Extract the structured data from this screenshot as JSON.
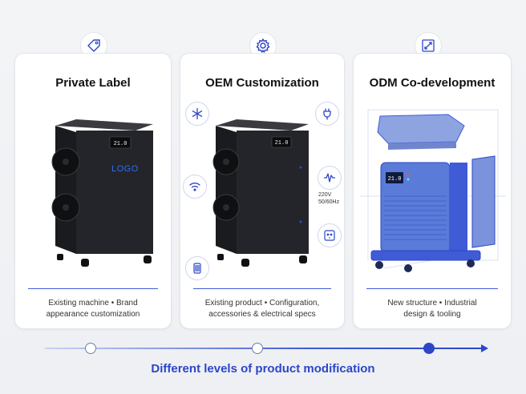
{
  "cards": [
    {
      "title": "Private Label",
      "icon": "tag-icon",
      "logo_text": "LOGO",
      "display_text": "21.0",
      "description": "Existing machine • Brand appearance customization"
    },
    {
      "title": "OEM Customization",
      "icon": "gear-icon",
      "display_text": "21.0",
      "spec_label": "220V\n50/60Hz",
      "side_icons": [
        "snowflake-icon",
        "plug-icon",
        "wifi-icon",
        "waveform-icon",
        "filter-icon",
        "socket-icon"
      ],
      "description": "Existing product • Configuration, accessories & electrical specs"
    },
    {
      "title": "ODM Co-development",
      "icon": "design-tools-icon",
      "display_text": "21.0",
      "description": "New structure • Industrial design & tooling"
    }
  ],
  "timeline": {
    "stages": [
      "Private Label",
      "OEM Customization",
      "ODM Co-development"
    ],
    "active_stage": 2
  },
  "footer": {
    "caption": "Different levels of product modification"
  },
  "colors": {
    "accent": "#2c46c9",
    "machine": "#1c1d20",
    "blueprint": "#5a7bd8"
  }
}
